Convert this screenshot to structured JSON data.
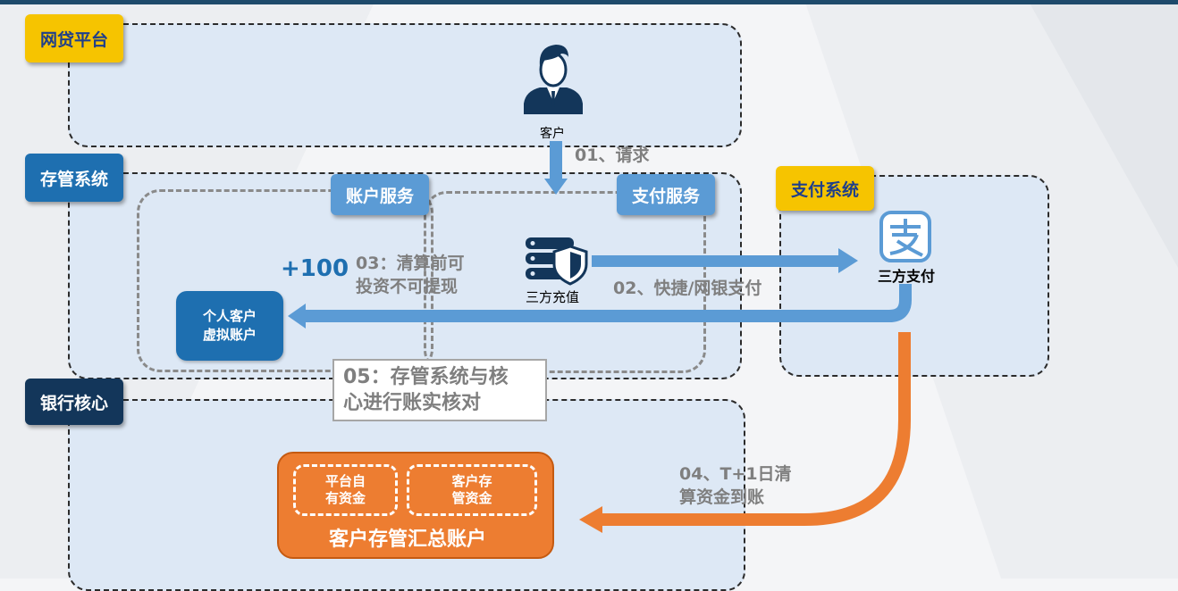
{
  "zones": {
    "p2p_platform": "网贷平台",
    "custody_system": "存管系统",
    "payment_system": "支付系统",
    "bank_core": "银行核心"
  },
  "services": {
    "account_service": "账户服务",
    "payment_service": "支付服务"
  },
  "nodes": {
    "customer": "客户",
    "third_party_recharge": "三方充值",
    "third_party_payment": "三方支付",
    "virtual_account_line1": "个人客户",
    "virtual_account_line2": "虚拟账户"
  },
  "steps": {
    "step01": "01、请求",
    "step02": "02、快捷/网银支付",
    "step03_line1": "03：清算前可",
    "step03_line2": "投资不可提现",
    "step04_line1": "04、T+1日清",
    "step04_line2": "算资金到账",
    "step05_line1": "05：存管系统与核",
    "step05_line2": "心进行账实核对"
  },
  "amount_delta": "+100",
  "bank_account": {
    "title": "客户存管汇总账户",
    "platform_fund_line1": "平台自",
    "platform_fund_line2": "有资金",
    "customer_fund_line1": "客户存",
    "customer_fund_line2": "管资金"
  },
  "icons": [
    "user-icon",
    "server-shield-icon",
    "alipay-icon"
  ],
  "colors": {
    "zone_fill": "#dde8f5",
    "flow_blue": "#5b9bd5",
    "flow_orange": "#ed7d31",
    "tag_yellow": "#f6c400",
    "tag_blue": "#1e6fb0",
    "tag_navy": "#13365a"
  }
}
